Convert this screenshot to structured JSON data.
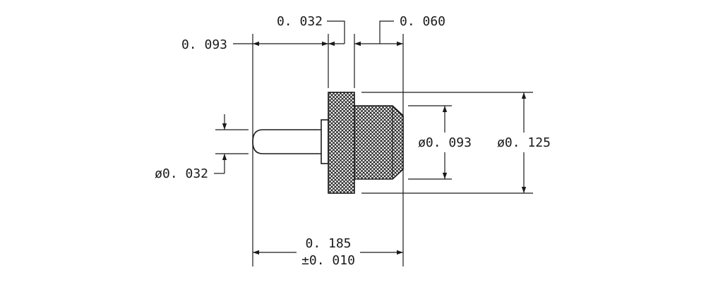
{
  "dimensions": {
    "overall_length": "0. 185",
    "overall_tolerance": "±0. 010",
    "pin_length": "0. 093",
    "flange_thickness": "0. 032",
    "body_length": "0. 060",
    "pin_diameter": "ø0. 032",
    "body_diameter": "ø0. 093",
    "flange_diameter": "ø0. 125"
  },
  "colors": {
    "line": "#1a1a1a",
    "hatch": "#1a1a1a",
    "background": "#ffffff"
  }
}
